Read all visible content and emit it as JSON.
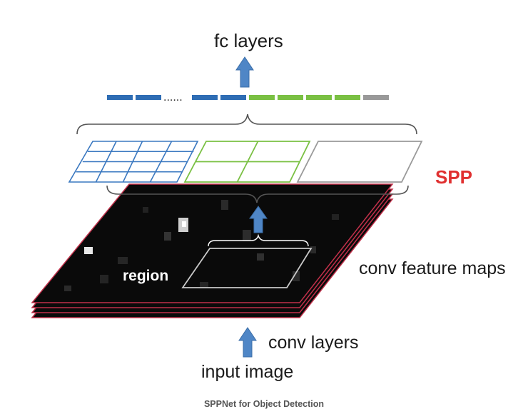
{
  "labels": {
    "fc_layers": "fc layers",
    "spp": "SPP",
    "conv_feature_maps": "conv feature maps",
    "region": "region",
    "conv_layers": "conv layers",
    "input_image": "input image",
    "dots": "......"
  },
  "caption": "SPPNet for Object Detection",
  "pyramid_levels": [
    {
      "grid": "4x4",
      "color": "#3a78c0"
    },
    {
      "grid": "2x2",
      "color": "#7ac043"
    },
    {
      "grid": "1x1",
      "color": "#9a9a9a"
    }
  ],
  "colors": {
    "arrow": "#4f86c6",
    "blue_bins": "#2e6db4",
    "green_bins": "#7ac043",
    "gray_bin": "#999999",
    "spp_text": "#e03030",
    "feature_map_border": "#c0304a",
    "brace": "#555555"
  }
}
